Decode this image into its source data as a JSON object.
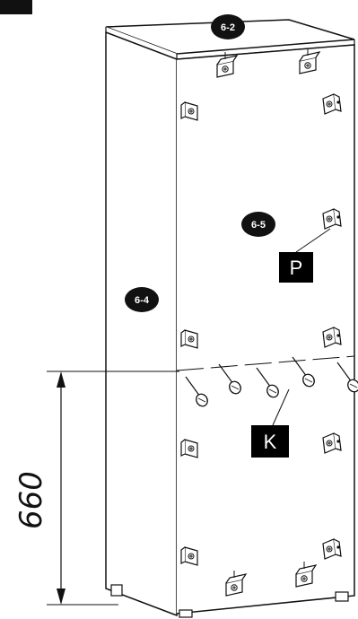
{
  "labels": {
    "top_panel": "6-2",
    "side_panel": "6-4",
    "back_panel": "6-5",
    "bracket_callout": "P",
    "screw_callout": "K"
  },
  "dimension": {
    "value": "660"
  },
  "colors": {
    "line": "#111111",
    "badge": "#111111",
    "callout_box": "#000000",
    "panel_fill": "#ffffff"
  },
  "icons": {
    "bracket": "corner-bracket-icon",
    "screw": "screw-icon",
    "foot": "foot-icon"
  }
}
